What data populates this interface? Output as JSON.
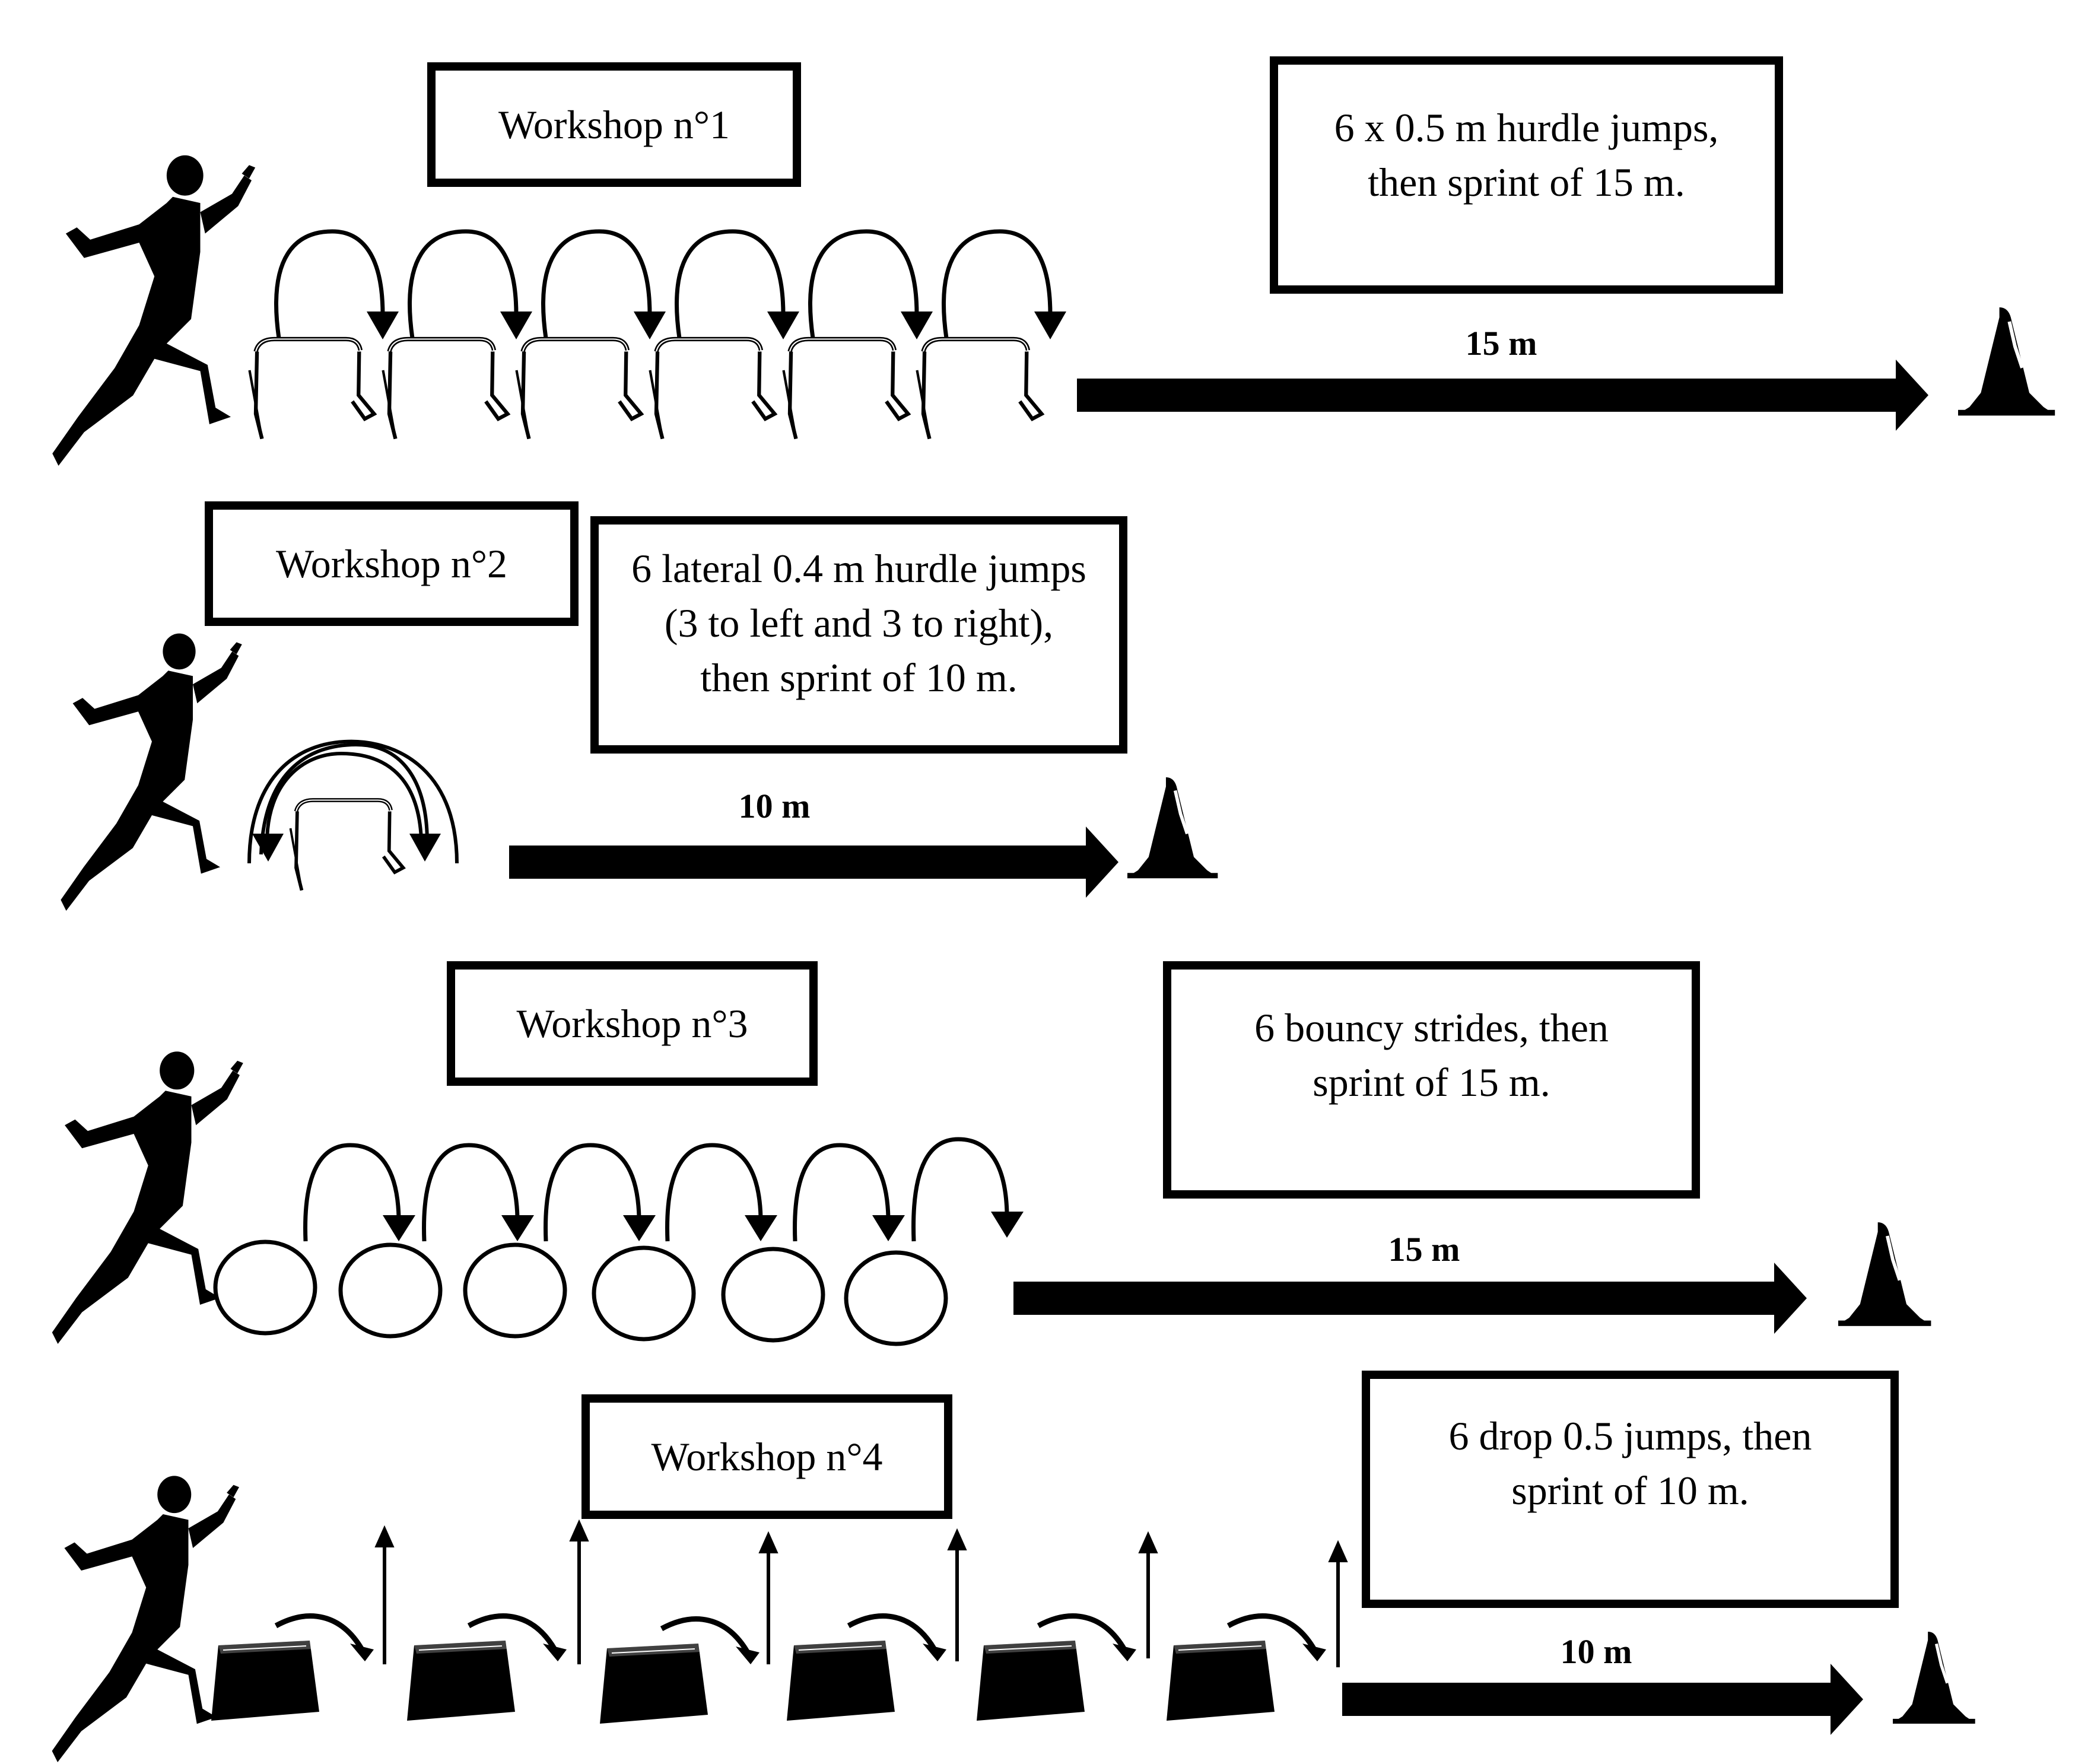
{
  "workshops": [
    {
      "title": "Workshop n°1",
      "description": "6 x 0.5 m hurdle jumps, then sprint of 15 m.",
      "distance": "15 m",
      "obstacle_icon": "hurdle-icon",
      "obstacle_count": 6
    },
    {
      "title": "Workshop n°2",
      "description": "6 lateral 0.4 m hurdle jumps (3 to left and 3 to right), then sprint of 10 m.",
      "distance": "10 m",
      "obstacle_icon": "hurdle-icon",
      "obstacle_count": 1
    },
    {
      "title": "Workshop n°3",
      "description": "6 bouncy strides, then sprint of 15 m.",
      "distance": "15 m",
      "obstacle_icon": "hoop-icon",
      "obstacle_count": 6
    },
    {
      "title": "Workshop n°4",
      "description": "6 drop 0.5 jumps, then sprint of 10 m.",
      "distance": "10 m",
      "obstacle_icon": "box-icon",
      "obstacle_count": 6
    }
  ],
  "icons": {
    "athlete": "runner-icon",
    "goal": "cone-icon",
    "sprint": "arrow-right-icon",
    "jump": "curved-arrow-icon"
  },
  "colors": {
    "ink": "#000000",
    "background": "#ffffff"
  }
}
